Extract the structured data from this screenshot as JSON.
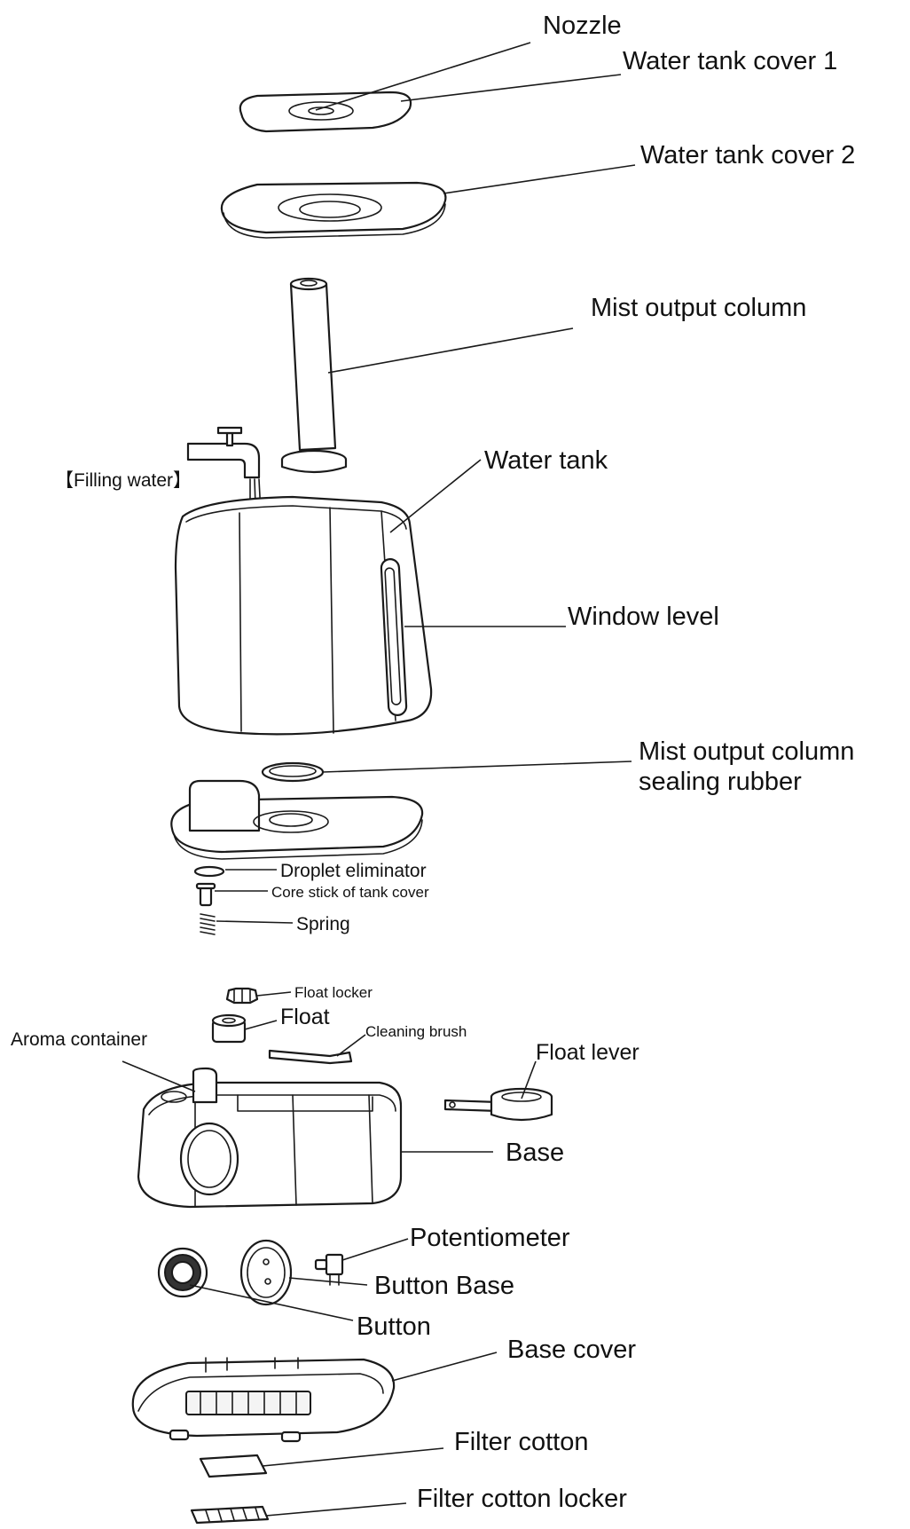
{
  "labels": {
    "nozzle": "Nozzle",
    "water_tank_cover_1": "Water tank cover 1",
    "water_tank_cover_2": "Water tank cover 2",
    "mist_output_column": "Mist output column",
    "water_tank": "Water tank",
    "filling_water": "【Filling water】",
    "window_level": "Window level",
    "sealing_rubber_line1": "Mist output column",
    "sealing_rubber_line2": "sealing rubber",
    "droplet_eliminator": "Droplet eliminator",
    "core_stick": "Core stick of tank cover",
    "spring": "Spring",
    "float_locker": "Float locker",
    "float": "Float",
    "cleaning_brush": "Cleaning brush",
    "aroma_container": "Aroma container",
    "float_lever": "Float lever",
    "base": "Base",
    "potentiometer": "Potentiometer",
    "button_base": "Button Base",
    "button": "Button",
    "base_cover": "Base cover",
    "filter_cotton": "Filter cotton",
    "filter_cotton_locker": "Filter cotton locker"
  },
  "colors": {
    "line": "#1a1a1a",
    "text": "#111111",
    "background": "#ffffff"
  }
}
